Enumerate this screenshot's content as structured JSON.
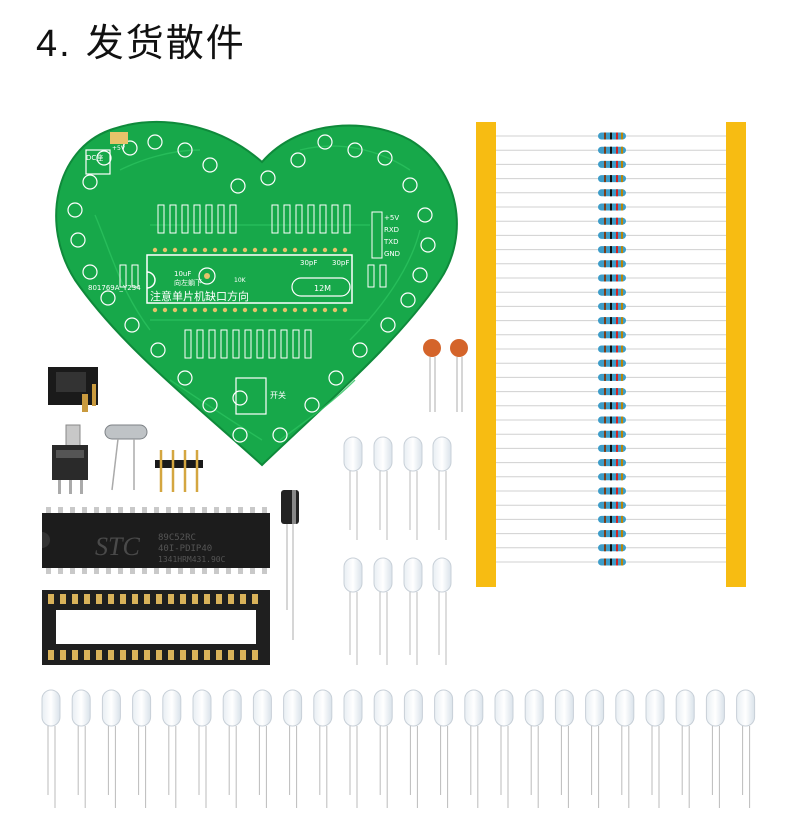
{
  "title": {
    "number": "4.",
    "text": "发货散件"
  },
  "pcb": {
    "direction_note": "注意单片机缺口方向",
    "cap_label": "10uF",
    "arrow_note": "向左躺下",
    "part_code": "801769A_Y234",
    "switch_label": "开关",
    "dc_label": "DC座",
    "crystal_label": "12M",
    "cap_left": "30pF",
    "cap_right": "30pF",
    "header_pins": [
      "+5V",
      "RXD",
      "TXD",
      "GND"
    ],
    "power_label": "+5V",
    "r10k_label": "10K"
  },
  "chip": {
    "brand": "STC",
    "line1": "89C52RC",
    "line2": "40I-PDIP40",
    "line3": "1341HRM431.90C"
  },
  "colors": {
    "pcb_green": "#17a84a",
    "tape_yellow": "#f7bc12",
    "chip_black": "#1c1c1c",
    "resistor_blue": "#3d9dc9",
    "ceramic_cap": "#d4642a"
  }
}
